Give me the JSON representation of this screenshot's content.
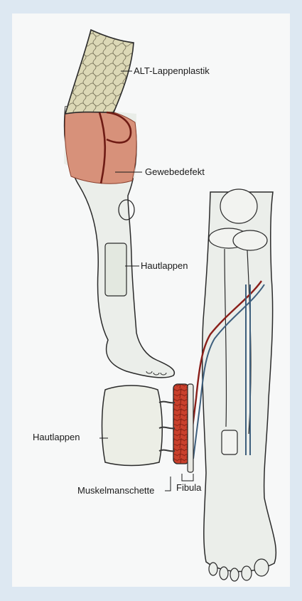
{
  "labels": {
    "alt_flap": "ALT-Lappenplastik",
    "tissue_defect": "Gewebedefekt",
    "skin_flap_upper": "Hautlappen",
    "skin_flap_lower": "Hautlappen",
    "muscle_cuff": "Muskelmanschette",
    "fibula": "Fibula"
  },
  "colors": {
    "background": "#dde8f2",
    "panel": "#f7f8f8",
    "outline": "#2a2a2a",
    "skin": "#ebeeea",
    "defect": "#d7917a",
    "vessel_red": "#8a1f1a",
    "vessel_blue": "#3e5f7d",
    "muscle": "#c9402c",
    "flap_mesh": "#dcd8b6"
  }
}
